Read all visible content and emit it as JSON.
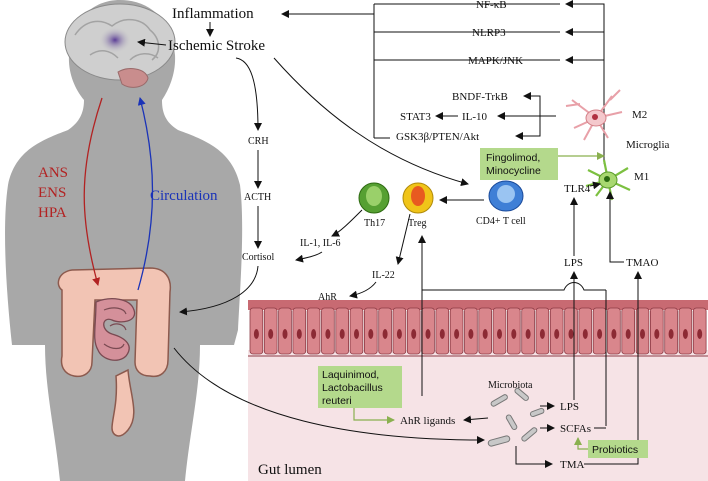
{
  "labels": {
    "inflammation": "Inflammation",
    "ischemic_stroke": "Ischemic Stroke",
    "nfkb": "NF-κB",
    "nlrp3": "NLRP3",
    "mapk": "MAPK/JNK",
    "bdnf": "BNDF-TrkB",
    "stat3": "STAT3",
    "il10": "IL-10",
    "gsk": "GSK3β/PTEN/Akt",
    "m2": "M2",
    "m1": "M1",
    "microglia": "Microglia",
    "crh": "CRH",
    "acth": "ACTH",
    "cortisol": "Cortisol",
    "ans": "ANS",
    "ens": "ENS",
    "hpa": "HPA",
    "circulation": "Circulation",
    "th17": "Th17",
    "treg": "Treg",
    "cd4": "CD4+ T cell",
    "il1_il6": "IL-1, IL-6",
    "il22": "IL-22",
    "ahr": "AhR",
    "tlr4": "TLR4",
    "lps_top": "LPS",
    "tmao": "TMAO",
    "microbiota": "Microbiota",
    "lps_bottom": "LPS",
    "scfas": "SCFAs",
    "ahr_ligands": "AhR ligands",
    "tma": "TMA",
    "gut_lumen": "Gut lumen"
  },
  "boxes": {
    "fingolimod_line1": "Fingolimod,",
    "fingolimod_line2": "Minocycline",
    "laquinimod_line1": "Laquinimod,",
    "laquinimod_line2": "Lactobacillus",
    "laquinimod_line3": "reuteri",
    "probiotics": "Probiotics"
  },
  "colors": {
    "body": "#a8a8a8",
    "brain": "#c9c9c9",
    "brain_spot": "#7a5aa8",
    "gut": "#f2c4b4",
    "ans_red": "#b22222",
    "circulation_blue": "#1a33b8",
    "box_green": "#b4d98c",
    "box_arrow": "#8ab04f",
    "lumen": "#f6e3e6",
    "epithelium": "#d9868c",
    "th17": "#56a032",
    "treg": "#f0c419",
    "cd4": "#3f7fd6"
  }
}
